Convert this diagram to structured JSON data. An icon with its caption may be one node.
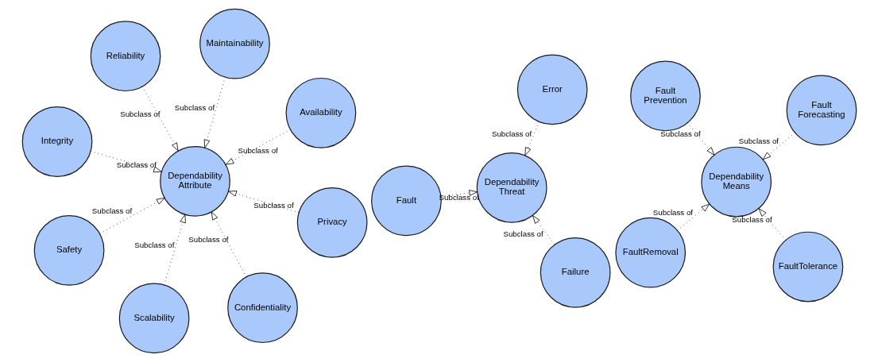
{
  "diagram": {
    "nodes": [
      {
        "text": [
          "FaultRemoval"
        ]
      },
      {
        "text": [
          "FaultTolerance"
        ]
      },
      {
        "text": [
          "Dependability Means"
        ]
      },
      {
        "text": [
          "Fault Prevention"
        ]
      },
      {
        "text": [
          "Fault Forecasting"
        ]
      },
      {
        "text": [
          "Integrity"
        ]
      },
      {
        "text": [
          "Availability"
        ]
      },
      {
        "text": [
          "Confidentiality"
        ]
      },
      {
        "text": [
          "Maintainability"
        ]
      },
      {
        "text": [
          "Dependability Attribute"
        ]
      },
      {
        "text": [
          "Reliability"
        ]
      },
      {
        "text": [
          "Safety"
        ]
      },
      {
        "text": [
          "Privacy"
        ]
      },
      {
        "text": [
          "Scalability"
        ]
      },
      {
        "text": [
          "Fault"
        ]
      },
      {
        "text": [
          "Dependability Threat"
        ]
      },
      {
        "text": [
          "Failure"
        ]
      },
      {
        "text": [
          "Error"
        ]
      }
    ],
    "edges": [
      {
        "from": 0,
        "to": 2,
        "arrow": "to",
        "label": "Subclass of"
      },
      {
        "from": 1,
        "to": 2,
        "arrow": "to",
        "label": "Subclass of"
      },
      {
        "from": 3,
        "to": 2,
        "arrow": "to",
        "label": "Subclass of"
      },
      {
        "from": 4,
        "to": 2,
        "arrow": "to",
        "label": "Subclass of"
      },
      {
        "from": 5,
        "to": 9,
        "arrow": "to",
        "label": "Subclass of"
      },
      {
        "from": 6,
        "to": 9,
        "arrow": "to",
        "label": "Subclass of"
      },
      {
        "from": 7,
        "to": 9,
        "arrow": "to",
        "label": "Subclass of"
      },
      {
        "from": 8,
        "to": 9,
        "arrow": "to",
        "label": "Subclass of"
      },
      {
        "from": 10,
        "to": 9,
        "arrow": "to",
        "label": "Subclass of"
      },
      {
        "from": 11,
        "to": 9,
        "arrow": "to",
        "label": "Subclass of"
      },
      {
        "from": 12,
        "to": 9,
        "arrow": "to",
        "label": "Subclass of"
      },
      {
        "from": 13,
        "to": 9,
        "arrow": "to",
        "label": "Subclass of"
      },
      {
        "from": 14,
        "to": 15,
        "arrow": "to",
        "label": "Subclass of"
      },
      {
        "from": 16,
        "to": 15,
        "arrow": "to",
        "label": "Subclass of"
      },
      {
        "from": 17,
        "to": 15,
        "arrow": "to",
        "label": "Subclass of"
      }
    ]
  }
}
